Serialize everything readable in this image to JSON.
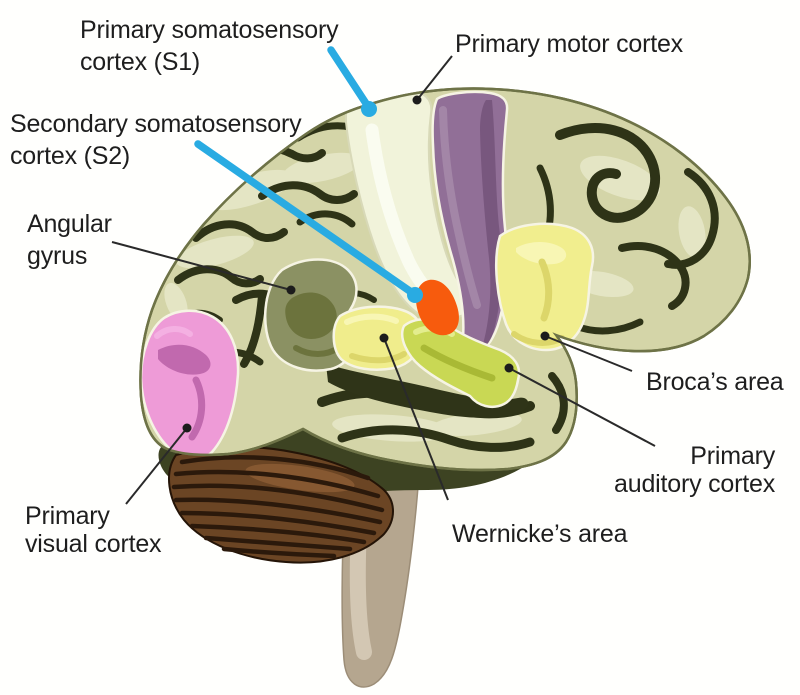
{
  "diagram": {
    "name": "Human brain functional areas, lateral view",
    "accent_line_color": "#29abe2",
    "label_color": "#1e1e1e",
    "labels": {
      "s1": {
        "line1": "Primary somatosensory",
        "line2": "cortex (S1)"
      },
      "motor": {
        "text": "Primary motor cortex"
      },
      "s2": {
        "line1": "Secondary somatosensory",
        "line2": "cortex (S2)"
      },
      "angular": {
        "line1": "Angular",
        "line2": "gyrus"
      },
      "broca": {
        "text": "Broca’s area"
      },
      "auditory": {
        "line1": "Primary",
        "line2": "auditory cortex"
      },
      "wernicke": {
        "text": "Wernicke’s area"
      },
      "visual": {
        "line1": "Primary",
        "line2": "visual cortex"
      }
    },
    "regions": {
      "s1": {
        "label": "Primary somatosensory cortex (S1)",
        "color": "#f1f3da"
      },
      "motor": {
        "label": "Primary motor cortex",
        "color": "#916f97"
      },
      "s2": {
        "label": "Secondary somatosensory cortex (S2)",
        "color": "#f75b0d"
      },
      "angular": {
        "label": "Angular gyrus",
        "color": "#8b9163"
      },
      "broca": {
        "label": "Broca’s area",
        "color": "#f1ee8e"
      },
      "wernicke": {
        "label": "Wernicke’s area",
        "color": "#f0ed8c"
      },
      "auditory": {
        "label": "Primary auditory cortex",
        "color": "#c9d854"
      },
      "visual": {
        "label": "Primary visual cortex",
        "color": "#ee9bd7"
      }
    }
  }
}
